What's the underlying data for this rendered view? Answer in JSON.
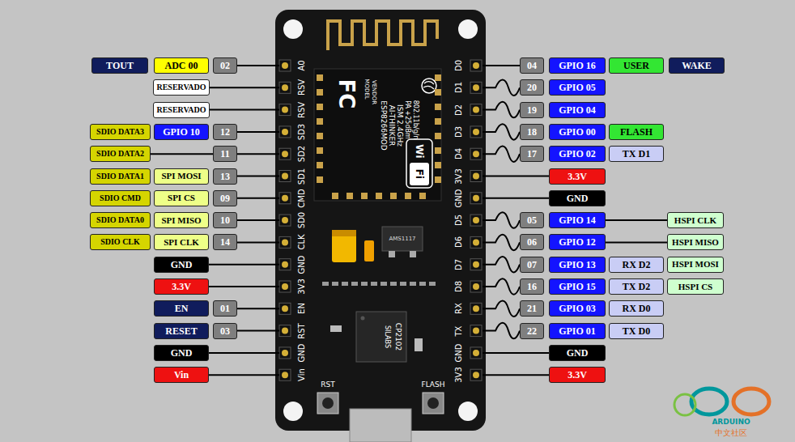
{
  "diagram": {
    "nodes": [
      {
        "text": [
          "TOUT"
        ]
      },
      {
        "text": [
          "ADC 00"
        ]
      },
      {
        "text": [
          "02"
        ]
      },
      {
        "text": [
          "RESERVADO"
        ]
      },
      {
        "text": [
          "RESERVADO"
        ]
      },
      {
        "text": [
          "SDIO DATA3"
        ]
      },
      {
        "text": [
          "GPIO 10"
        ]
      },
      {
        "text": [
          "12"
        ]
      },
      {
        "text": [
          "SDIO DATA2"
        ]
      },
      {
        "text": [
          "11"
        ]
      },
      {
        "text": [
          "SDIO DATA1"
        ]
      },
      {
        "text": [
          "SPI MOSI"
        ]
      },
      {
        "text": [
          "13"
        ]
      },
      {
        "text": [
          "SDIO CMD"
        ]
      },
      {
        "text": [
          "SPI CS"
        ]
      },
      {
        "text": [
          "09"
        ]
      },
      {
        "text": [
          "SDIO DATA0"
        ]
      },
      {
        "text": [
          "SPI MISO"
        ]
      },
      {
        "text": [
          "10"
        ]
      },
      {
        "text": [
          "SDIO CLK"
        ]
      },
      {
        "text": [
          "SPI CLK"
        ]
      },
      {
        "text": [
          "14"
        ]
      },
      {
        "text": [
          "GND"
        ]
      },
      {
        "text": [
          "3.3V"
        ]
      },
      {
        "text": [
          "EN"
        ]
      },
      {
        "text": [
          "01"
        ]
      },
      {
        "text": [
          "RESET"
        ]
      },
      {
        "text": [
          "03"
        ]
      },
      {
        "text": [
          "GND"
        ]
      },
      {
        "text": [
          "Vin"
        ]
      },
      {
        "text": [
          "04"
        ]
      },
      {
        "text": [
          "GPIO 16"
        ]
      },
      {
        "text": [
          "USER"
        ]
      },
      {
        "text": [
          "WAKE"
        ]
      },
      {
        "text": [
          "20"
        ]
      },
      {
        "text": [
          "GPIO 05"
        ]
      },
      {
        "text": [
          "19"
        ]
      },
      {
        "text": [
          "GPIO 04"
        ]
      },
      {
        "text": [
          "18"
        ]
      },
      {
        "text": [
          "GPIO 00"
        ]
      },
      {
        "text": [
          "FLASH"
        ]
      },
      {
        "text": [
          "17"
        ]
      },
      {
        "text": [
          "GPIO 02"
        ]
      },
      {
        "text": [
          "TX D1"
        ]
      },
      {
        "text": [
          "3.3V"
        ]
      },
      {
        "text": [
          "GND"
        ]
      },
      {
        "text": [
          "05"
        ]
      },
      {
        "text": [
          "GPIO 14"
        ]
      },
      {
        "text": [
          "HSPI CLK"
        ]
      },
      {
        "text": [
          "06"
        ]
      },
      {
        "text": [
          "GPIO 12"
        ]
      },
      {
        "text": [
          "HSPI MISO"
        ]
      },
      {
        "text": [
          "07"
        ]
      },
      {
        "text": [
          "GPIO 13"
        ]
      },
      {
        "text": [
          "RX D2"
        ]
      },
      {
        "text": [
          "HSPI MOSI"
        ]
      },
      {
        "text": [
          "16"
        ]
      },
      {
        "text": [
          "GPIO 15"
        ]
      },
      {
        "text": [
          "TX D2"
        ]
      },
      {
        "text": [
          "HSPI CS"
        ]
      },
      {
        "text": [
          "21"
        ]
      },
      {
        "text": [
          "GPIO 03"
        ]
      },
      {
        "text": [
          "RX D0"
        ]
      },
      {
        "text": [
          "22"
        ]
      },
      {
        "text": [
          "GPIO 01"
        ]
      },
      {
        "text": [
          "TX D0"
        ]
      },
      {
        "text": [
          "GND"
        ]
      },
      {
        "text": [
          "3.3V"
        ]
      }
    ],
    "edges": [
      {
        "from": 8,
        "to": 9,
        "arrow": "none"
      },
      {
        "from": 47,
        "to": 48,
        "arrow": "none"
      },
      {
        "from": 50,
        "to": 51,
        "arrow": "none"
      }
    ],
    "labels": [
      "A0",
      "RSV",
      "RSV",
      "SD3",
      "SD2",
      "SD1",
      "CMD",
      "SD0",
      "CLK",
      "GND",
      "3V3",
      "EN",
      "RST",
      "GND",
      "Vin",
      "D0",
      "D1",
      "D2",
      "D3",
      "D4",
      "3V3",
      "GND",
      "D5",
      "D6",
      "D7",
      "D8",
      "RX",
      "TX",
      "GND",
      "3V3",
      "FC",
      "MODEL",
      "VENDOR",
      "ESP8266MOD",
      "AI-THINKER",
      "ISM 2.4GHz",
      "PA +25dBm",
      "802.11b/g/n",
      "Wi",
      "Fi",
      "AMS1117",
      "SILABS",
      "CP2102",
      "RST",
      "FLASH",
      "ARDUINO",
      "中文社区"
    ]
  }
}
